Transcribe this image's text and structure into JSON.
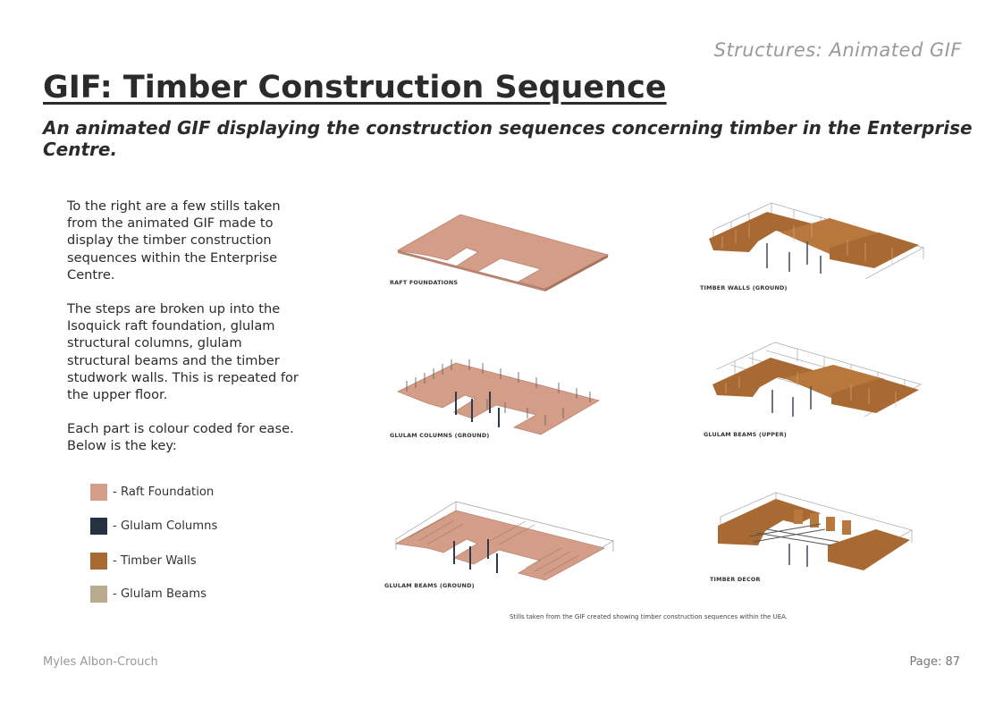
{
  "header": {
    "section_label": "Structures: Animated GIF",
    "title": "GIF: Timber Construction Sequence",
    "subtitle": "An animated GIF displaying the construction sequences concerning timber in the Enterprise Centre."
  },
  "intro": {
    "paragraph_1": "To the right are a few stills taken from the animated GIF made to display the timber construction sequences within the Enterprise Centre.",
    "paragraph_2": "The steps are broken up into the Isoquick raft foundation, glulam structural columns, glulam structural beams and the timber studwork walls. This is repeated for the upper floor.",
    "paragraph_3": "Each part is colour coded for ease. Below is the key:"
  },
  "key": {
    "items": [
      {
        "label": "- Raft Foundation",
        "color": "#d49d88"
      },
      {
        "label": "- Glulam Columns",
        "color": "#273141"
      },
      {
        "label": "- Timber Walls",
        "color": "#a86a32"
      },
      {
        "label": "- Glulam Beams",
        "color": "#b9ab90"
      }
    ]
  },
  "stills": {
    "raft_foundations": "RAFT FOUNDATIONS",
    "timber_walls_ground": "TIMBER WALLS (GROUND)",
    "glulam_columns_ground": "GLULAM COLUMNS (GROUND)",
    "glulam_beams_upper": "GLULAM BEAMS (UPPER)",
    "glulam_beams_ground": "GLULAM BEAMS (GROUND)",
    "timber_decor": "TIMBER DECOR",
    "note": "Stills taken from the GIF created showing timber construction sequences within the UEA."
  },
  "footer": {
    "author": "Myles Albon-Crouch",
    "page": "Page: 87"
  }
}
